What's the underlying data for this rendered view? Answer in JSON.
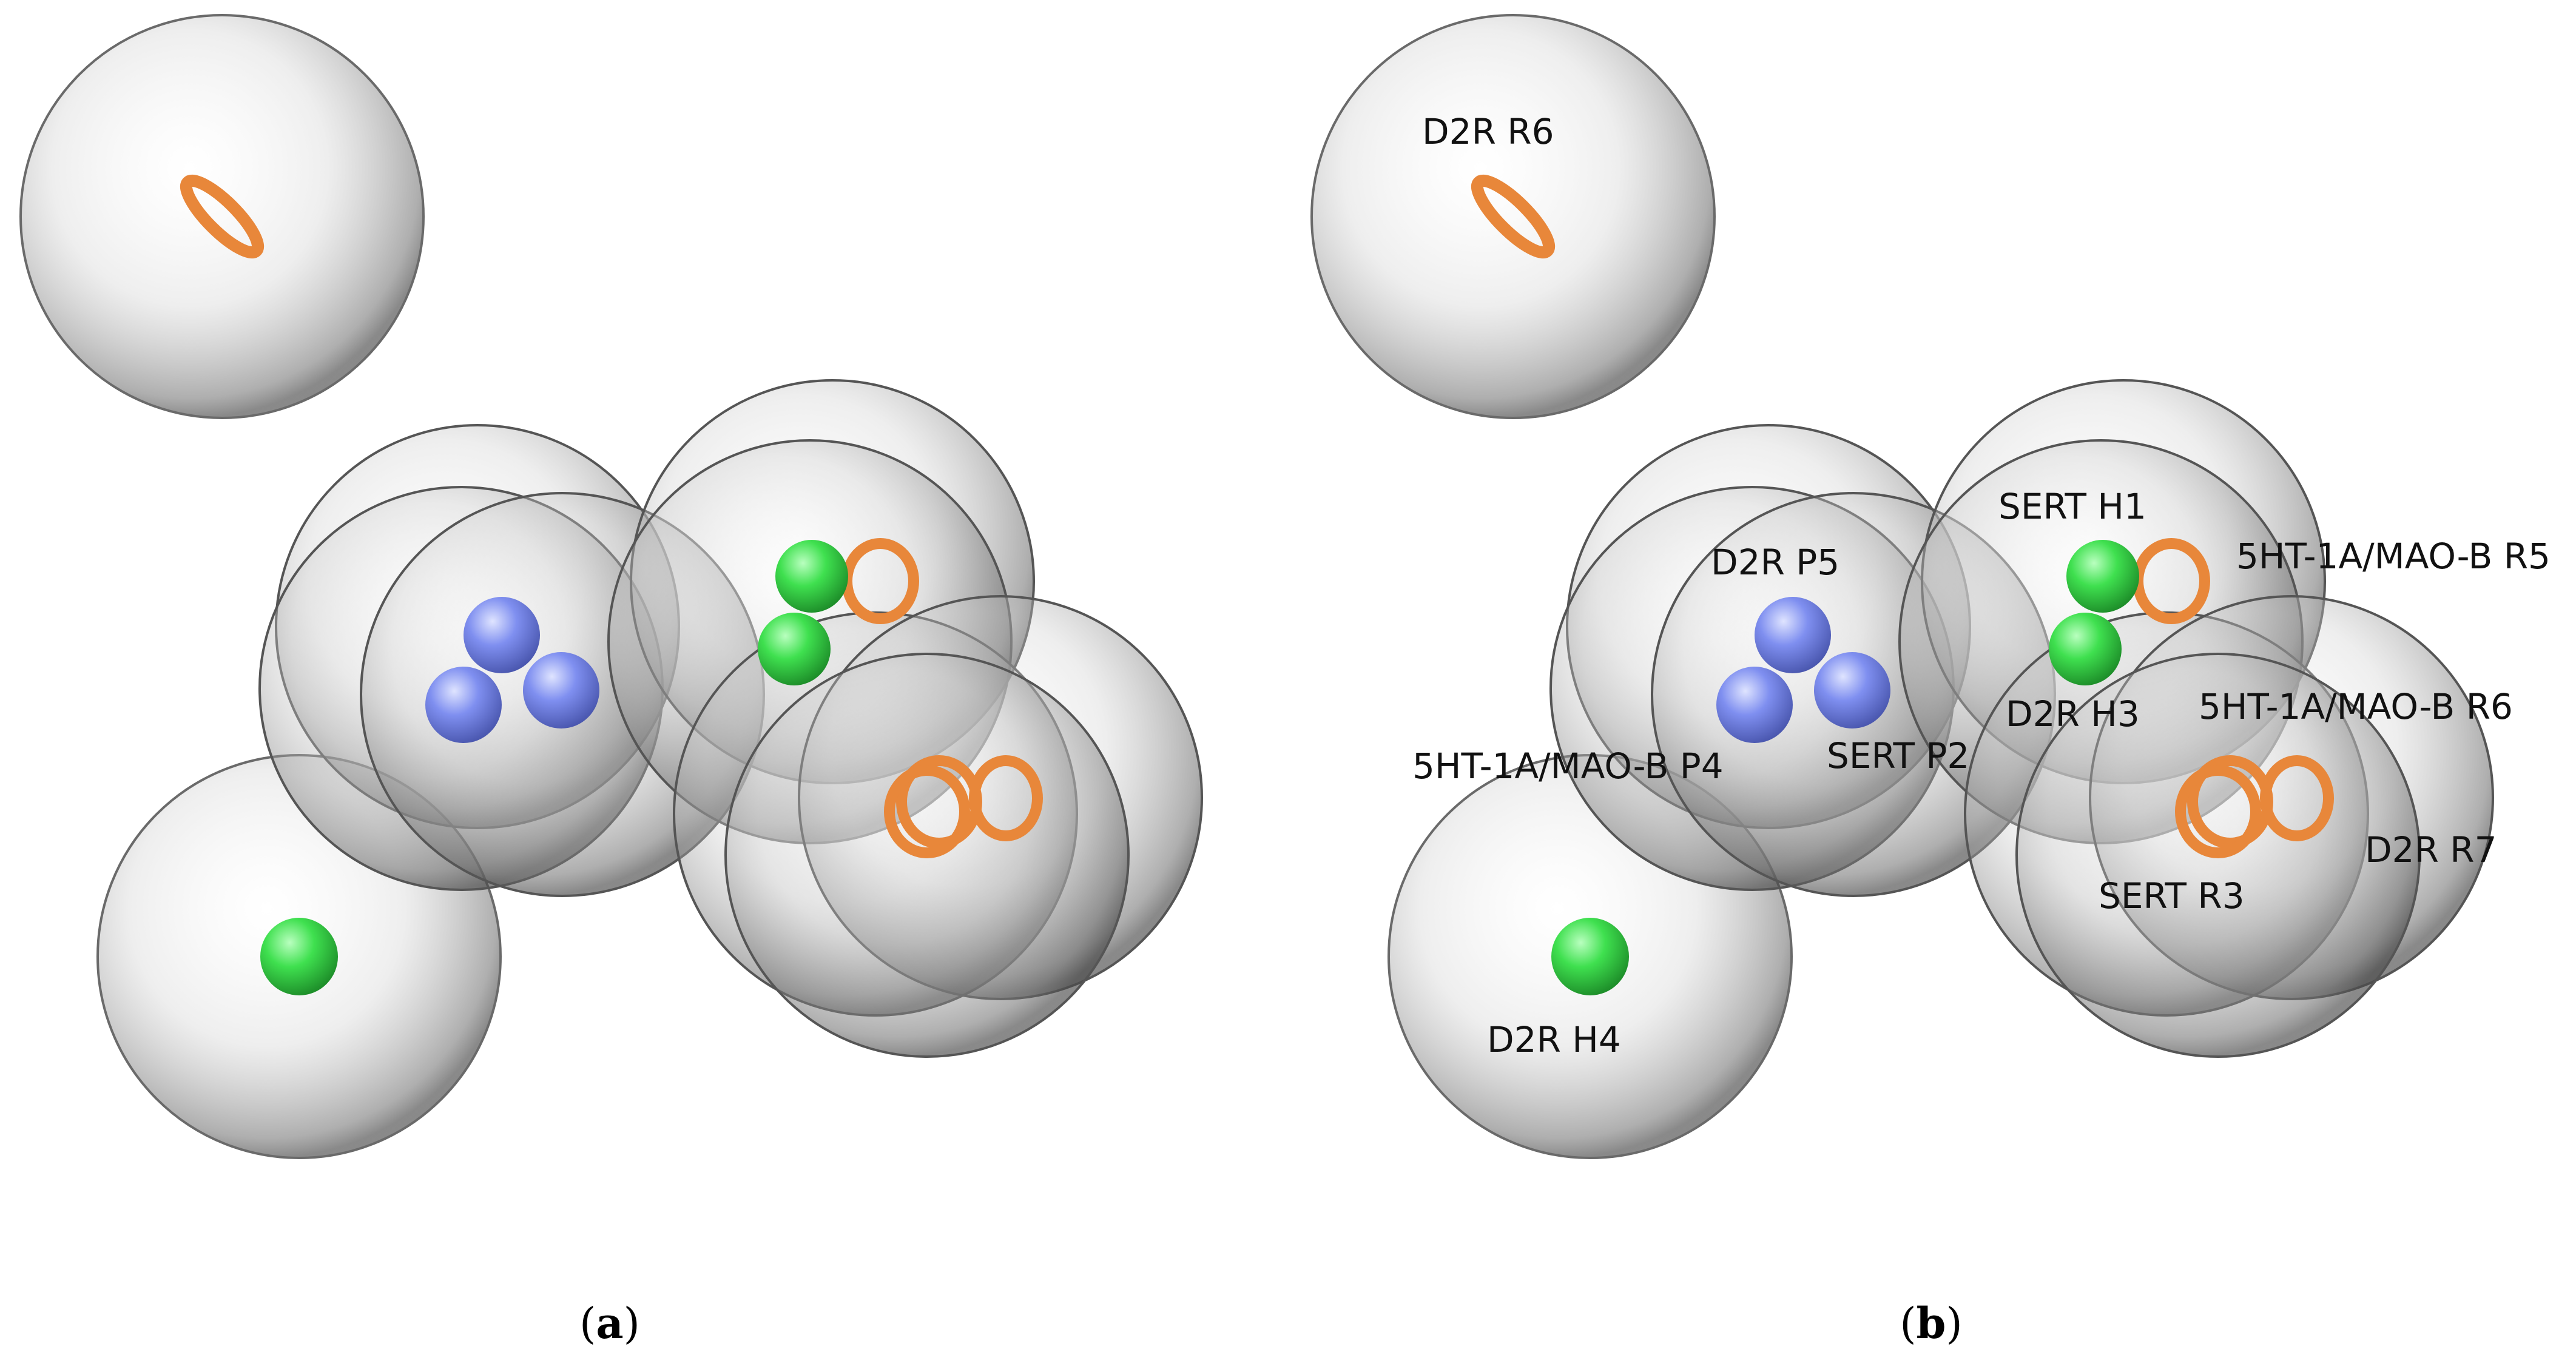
{
  "colors": {
    "sphere": "#9a9a9a",
    "hydrophobe": "#3fe04f",
    "positive": "#7f8ff0",
    "aromatic_ring": "#e8873a",
    "text": "#111111",
    "background": "#ffffff"
  },
  "panels": {
    "a": {
      "caption_open": "(",
      "caption_letter": "a",
      "caption_close": ")"
    },
    "b": {
      "caption_open": "(",
      "caption_letter": "b",
      "caption_close": ")",
      "labels": {
        "d2r_r6": "D2R R6",
        "sert_h1": "SERT H1",
        "ht_maob_r5": "5HT-1A/MAO-B R5",
        "d2r_p5": "D2R P5",
        "ht_maob_r6": "5HT-1A/MAO-B R6",
        "d2r_h3": "D2R H3",
        "sert_p2": "SERT P2",
        "ht_maob_p4": "5HT-1A/MAO-B P4",
        "d2r_r7": "D2R R7",
        "sert_r3": "SERT R3",
        "d2r_h4": "D2R H4"
      }
    }
  }
}
